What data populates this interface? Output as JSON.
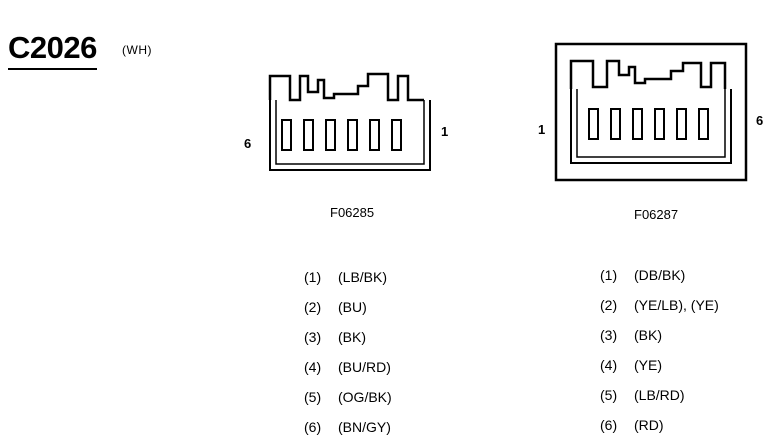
{
  "header": {
    "title": "C2026",
    "subtitle": "(WH)"
  },
  "connectors": [
    {
      "figure_id": "F06285",
      "left_pin_label": "6",
      "right_pin_label": "1",
      "pins": [
        {
          "num": "(1)",
          "color": "(LB/BK)"
        },
        {
          "num": "(2)",
          "color": "(BU)"
        },
        {
          "num": "(3)",
          "color": "(BK)"
        },
        {
          "num": "(4)",
          "color": "(BU/RD)"
        },
        {
          "num": "(5)",
          "color": "(OG/BK)"
        },
        {
          "num": "(6)",
          "color": "(BN/GY)"
        }
      ]
    },
    {
      "figure_id": "F06287",
      "left_pin_label": "1",
      "right_pin_label": "6",
      "pins": [
        {
          "num": "(1)",
          "color": "(DB/BK)"
        },
        {
          "num": "(2)",
          "color": "(YE/LB), (YE)"
        },
        {
          "num": "(3)",
          "color": "(BK)"
        },
        {
          "num": "(4)",
          "color": "(YE)"
        },
        {
          "num": "(5)",
          "color": "(LB/RD)"
        },
        {
          "num": "(6)",
          "color": "(RD)"
        }
      ]
    }
  ]
}
